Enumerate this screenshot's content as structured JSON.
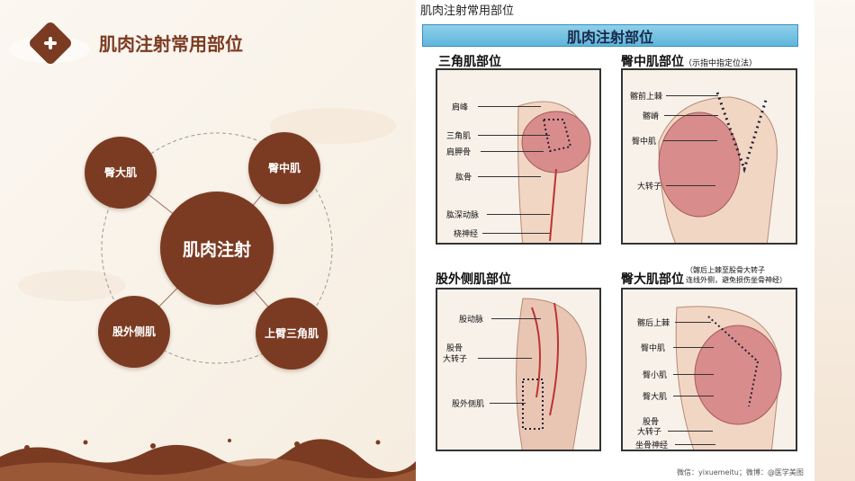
{
  "header": {
    "title": "肌肉注射常用部位",
    "logo_icon": "plus-cross-icon"
  },
  "diagram": {
    "center": "肌肉注射",
    "nodes": [
      "臀大肌",
      "臀中肌",
      "股外侧肌",
      "上臂三角肌"
    ]
  },
  "panel": {
    "caption": "肌肉注射常用部位",
    "banner": "肌肉注射部位",
    "sections": {
      "deltoid": {
        "title": "三角肌部位",
        "labels": [
          "肩峰",
          "三角肌",
          "肩胛骨",
          "肱骨",
          "肱深动脉",
          "桡神经"
        ]
      },
      "gluteus_medius": {
        "title": "臀中肌部位",
        "note": "（示指中指定位法）",
        "labels": [
          "髂前上棘",
          "髂嵴",
          "臀中肌",
          "大转子"
        ]
      },
      "vastus_lateralis": {
        "title": "股外侧肌部位",
        "labels": [
          "股动脉",
          "股骨",
          "大转子",
          "股外侧肌"
        ]
      },
      "gluteus_maximus": {
        "title": "臀大肌部位",
        "note_line1": "（髂后上棘至股骨大转子",
        "note_line2": "连线外侧，避免损伤坐骨神经）",
        "labels": [
          "髂后上棘",
          "臀中肌",
          "臀小肌",
          "臀大肌",
          "股骨",
          "大转子",
          "坐骨神经"
        ]
      }
    },
    "watermark": "微信：yixuemeitu；微博：@医学美图"
  },
  "colors": {
    "brand": "#7b3b22",
    "banner": "#5fb6dc",
    "background": "#f7efe3"
  }
}
